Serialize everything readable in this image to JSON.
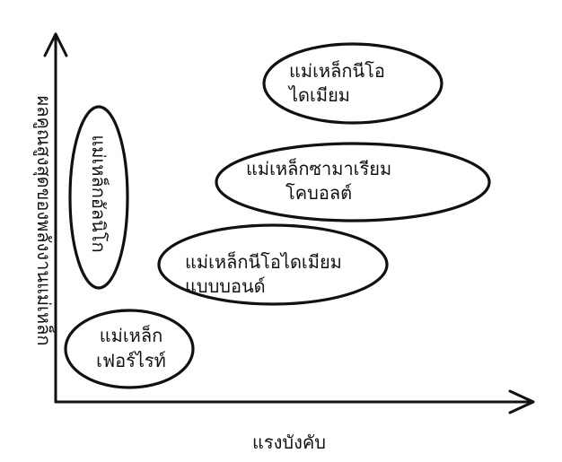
{
  "axes": {
    "x_label": "แรงบังคับ",
    "y_label": "ผลคูณสูงสุดของพลังงานแม่เหล็ก"
  },
  "magnets": [
    {
      "id": "ferrite",
      "line1": "แม่เหล็ก",
      "line2": "เฟอร์ไรท์"
    },
    {
      "id": "alnico",
      "line1": "แม่เหล็กอัลนิโก",
      "line2": ""
    },
    {
      "id": "bonded-ndfeb",
      "line1": "แม่เหล็กนีโอไดเมียม",
      "line2": "แบบบอนด์"
    },
    {
      "id": "samarium-cobalt",
      "line1": "แม่เหล็กซามาเรียม",
      "line2": "โคบอลต์"
    },
    {
      "id": "neodymium",
      "line1": "แม่เหล็กนีโอ",
      "line2": "ไดเมียม"
    }
  ]
}
